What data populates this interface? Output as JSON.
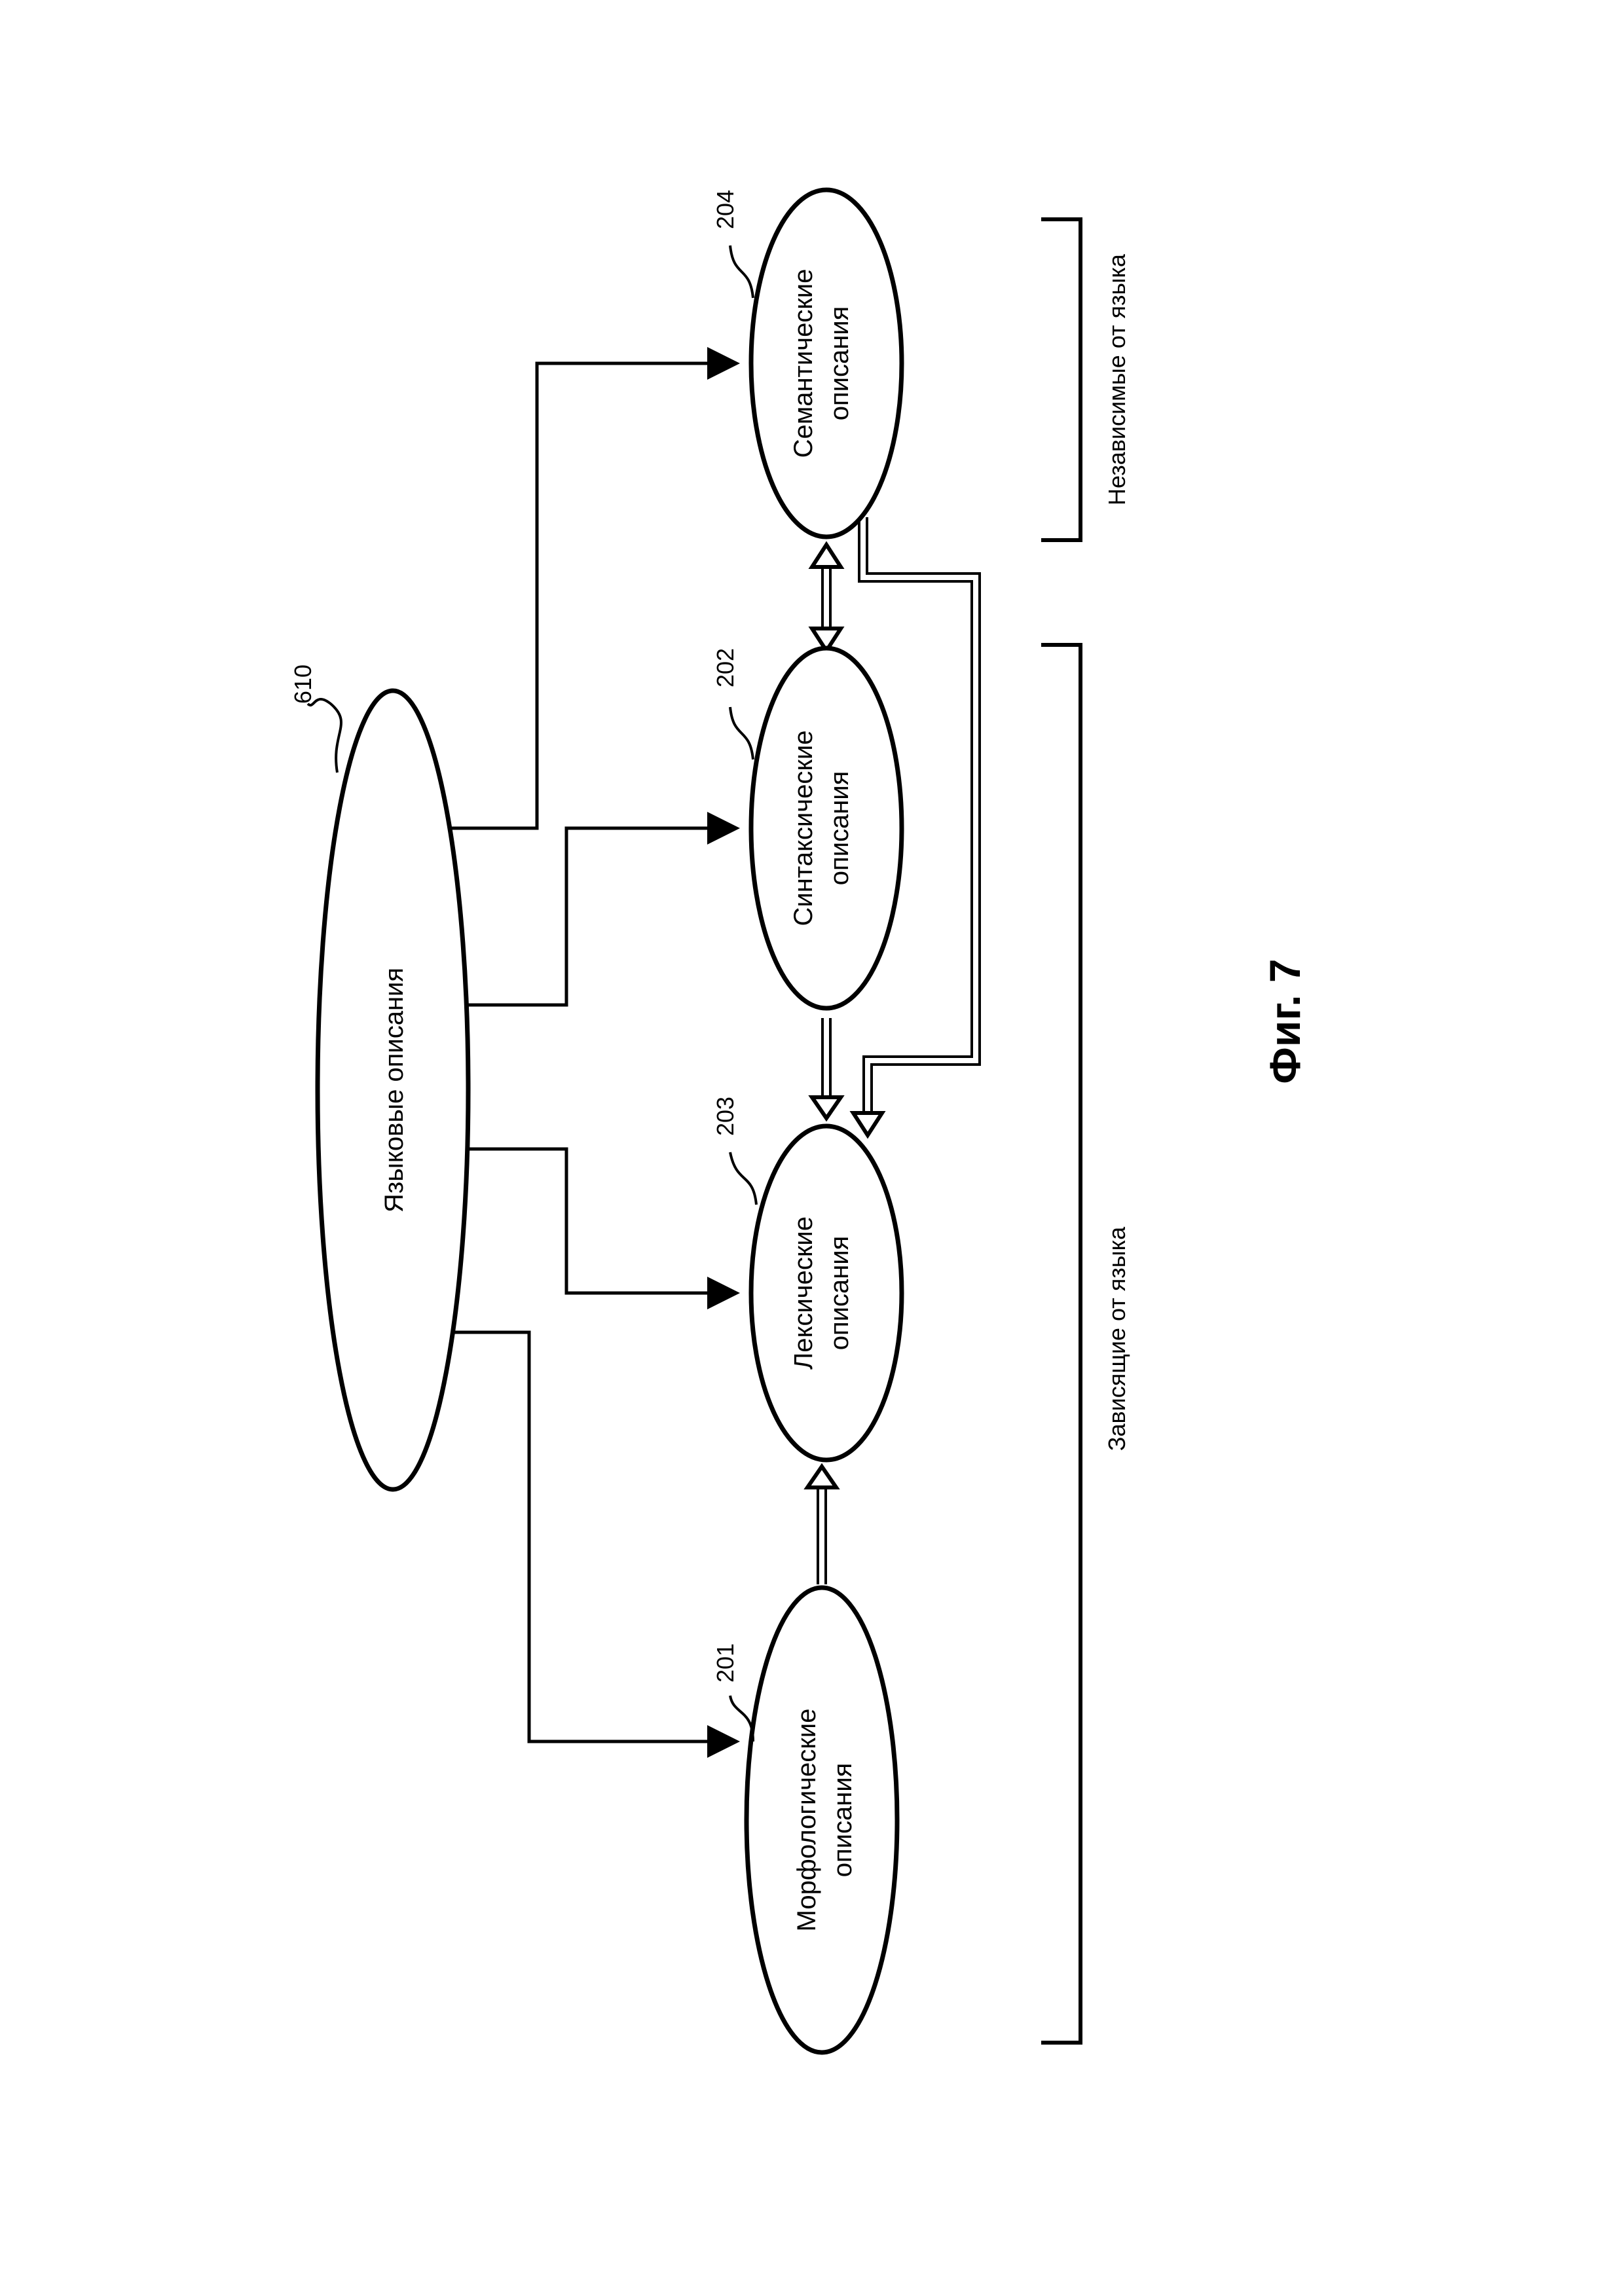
{
  "nodes": {
    "language": {
      "label": "Языковые описания",
      "ref": "610"
    },
    "morphological": {
      "line1": "Морфологические",
      "line2": "описания",
      "ref": "201"
    },
    "lexical": {
      "line1": "Лексические",
      "line2": "описания",
      "ref": "203"
    },
    "syntactic": {
      "line1": "Синтаксические",
      "line2": "описания",
      "ref": "202"
    },
    "semantic": {
      "line1": "Семантические",
      "line2": "описания",
      "ref": "204"
    }
  },
  "brackets": {
    "dependent": "Зависящие от языка",
    "independent": "Независимые от языка"
  },
  "figure": {
    "caption": "Фиг. 7"
  }
}
